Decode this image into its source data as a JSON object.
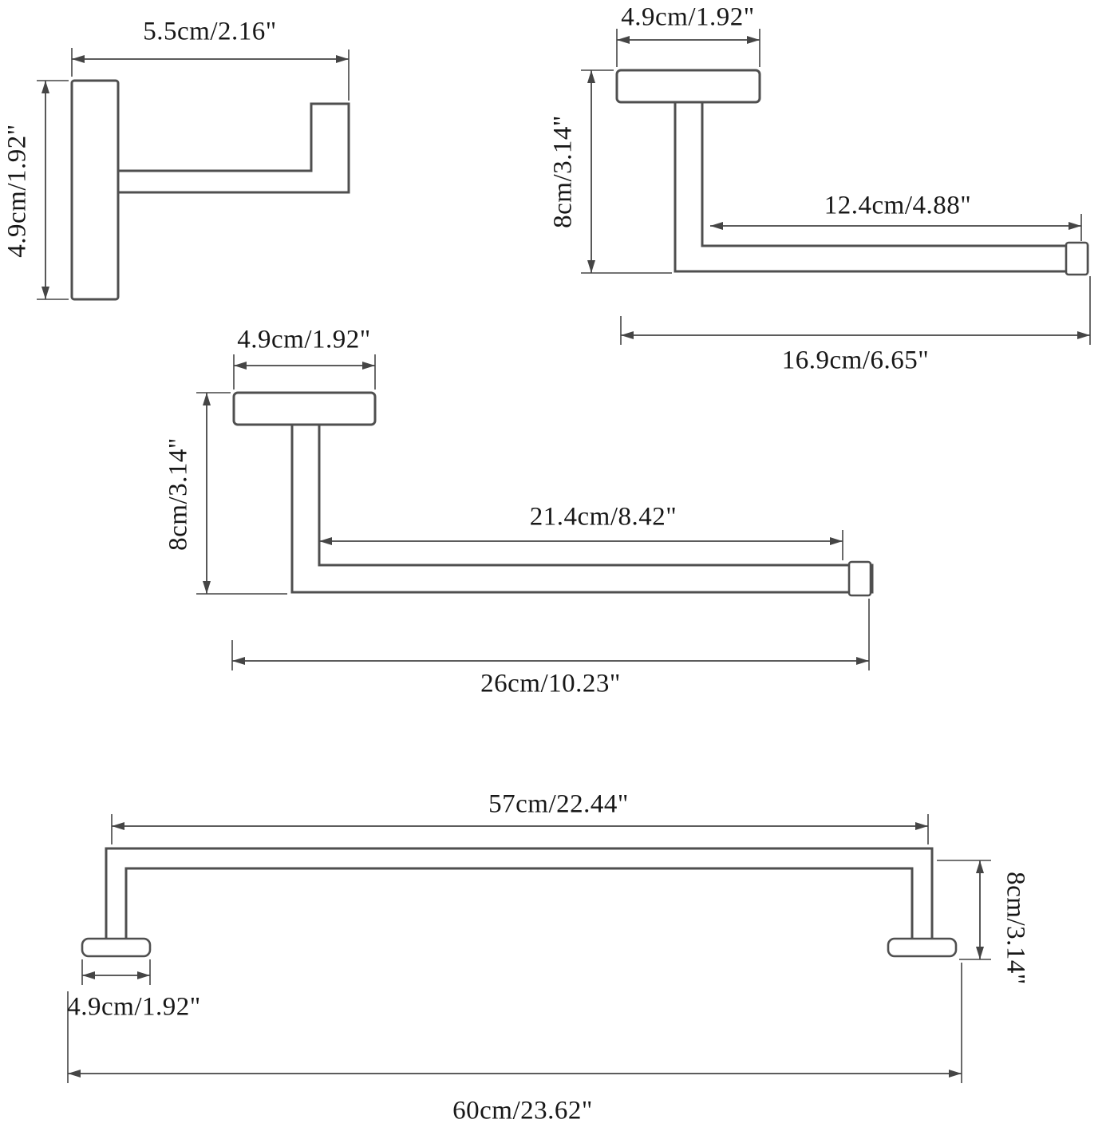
{
  "theme": {
    "bg": "#ffffff",
    "line": "#4f4f4f",
    "dim": "#454545",
    "text": "#171717"
  },
  "figures": {
    "robe_hook": {
      "dims": {
        "width": "5.5cm/2.16\"",
        "height": "4.9cm/1.92\""
      }
    },
    "toilet_paper_holder": {
      "dims": {
        "plate_width": "4.9cm/1.92\"",
        "height": "8cm/3.14\"",
        "bar_length": "12.4cm/4.88\"",
        "overall_width": "16.9cm/6.65\""
      }
    },
    "towel_ring": {
      "dims": {
        "plate_width": "4.9cm/1.92\"",
        "height": "8cm/3.14\"",
        "bar_length": "21.4cm/8.42\"",
        "overall_width": "26cm/10.23\""
      }
    },
    "towel_bar": {
      "dims": {
        "inner_length": "57cm/22.44\"",
        "height": "8cm/3.14\"",
        "post_base_width": "4.9cm/1.92\"",
        "overall_length": "60cm/23.62\""
      }
    }
  }
}
